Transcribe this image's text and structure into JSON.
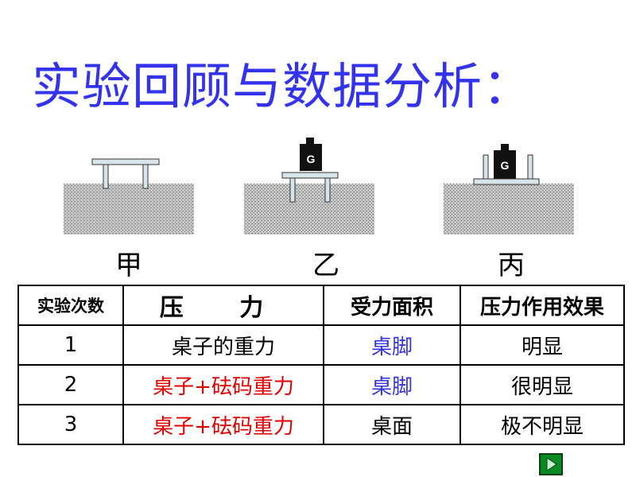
{
  "title": "实验回顾与数据分析：",
  "figures": [
    {
      "caption": "甲",
      "weight_label": ""
    },
    {
      "caption": "乙",
      "weight_label": "G"
    },
    {
      "caption": "丙",
      "weight_label": "G"
    }
  ],
  "table": {
    "headers": [
      "实验次数",
      "压 力",
      "受力面积",
      "压力作用效果"
    ],
    "rows": [
      {
        "trial": "1",
        "force": "桌子的重力",
        "area": "桌脚",
        "effect": "明显"
      },
      {
        "trial": "2",
        "force": "桌子+砝码重力",
        "area": "桌脚",
        "effect": "很明显"
      },
      {
        "trial": "3",
        "force": "桌子+砝码重力",
        "area": "桌面",
        "effect": "极不明显"
      }
    ]
  },
  "colors": {
    "title": "#3333ee",
    "highlight": "#e00000",
    "area": "#3333dd",
    "nav": "#0a8a24"
  },
  "nav": {
    "icon": "play-next-icon"
  }
}
